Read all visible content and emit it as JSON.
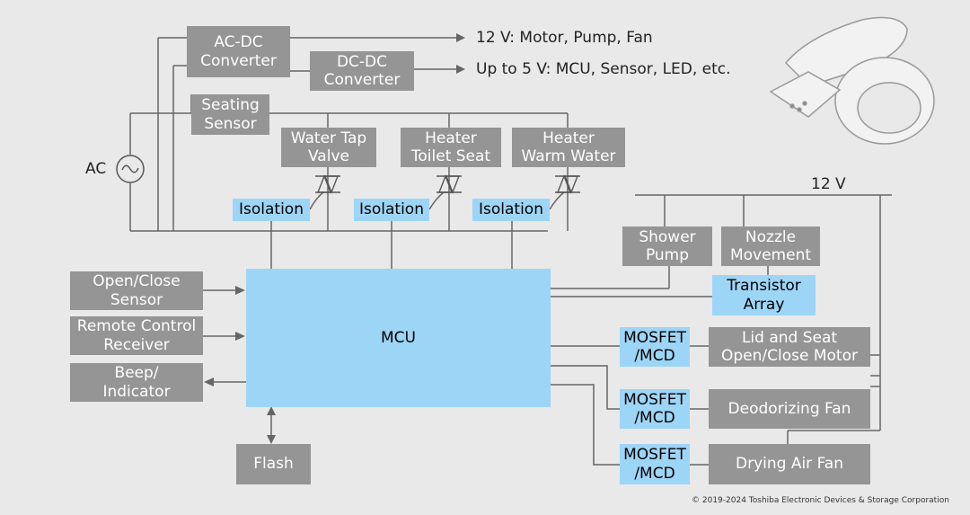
{
  "title": "",
  "power": {
    "ac_label": "AC",
    "rail_12v": "12 V",
    "out_12v": "12 V: Motor, Pump, Fan",
    "out_5v": "Up to 5 V: MCU, Sensor, LED, etc."
  },
  "blocks": {
    "ac_dc": [
      "AC-DC",
      "Converter"
    ],
    "dc_dc": [
      "DC-DC",
      "Converter"
    ],
    "seating_sensor": [
      "Seating",
      "Sensor"
    ],
    "water_tap_valve": [
      "Water Tap",
      "Valve"
    ],
    "heater_toilet_seat": [
      "Heater",
      "Toilet Seat"
    ],
    "heater_warm_water": [
      "Heater",
      "Warm Water"
    ],
    "isolation_1": "Isolation",
    "isolation_2": "Isolation",
    "isolation_3": "Isolation",
    "shower_pump": [
      "Shower",
      "Pump"
    ],
    "nozzle_movement": [
      "Nozzle",
      "Movement"
    ],
    "transistor_array": [
      "Transistor",
      "Array"
    ],
    "open_close_sensor": [
      "Open/Close",
      "Sensor"
    ],
    "remote_control_receiver": [
      "Remote Control",
      "Receiver"
    ],
    "beep_indicator": [
      "Beep/",
      "Indicator"
    ],
    "mcu": "MCU",
    "flash": "Flash",
    "mosfet_1": [
      "MOSFET",
      "/MCD"
    ],
    "mosfet_2": [
      "MOSFET",
      "/MCD"
    ],
    "mosfet_3": [
      "MOSFET",
      "/MCD"
    ],
    "lid_seat_motor": [
      "Lid and Seat",
      "Open/Close Motor"
    ],
    "deodorizing_fan": "Deodorizing Fan",
    "drying_air_fan": "Drying Air Fan"
  },
  "icons": {
    "ac_source": "ac-source-icon",
    "triac": "triac-icon",
    "toilet_seat": "toilet-seat-illustration"
  },
  "colors": {
    "block_gray": "#959595",
    "block_blue": "#9dd5f6",
    "line": "#666666",
    "background": "#e9e9e9"
  },
  "footer": {
    "copyright": "© 2019-2024 Toshiba Electronic Devices & Storage Corporation"
  }
}
